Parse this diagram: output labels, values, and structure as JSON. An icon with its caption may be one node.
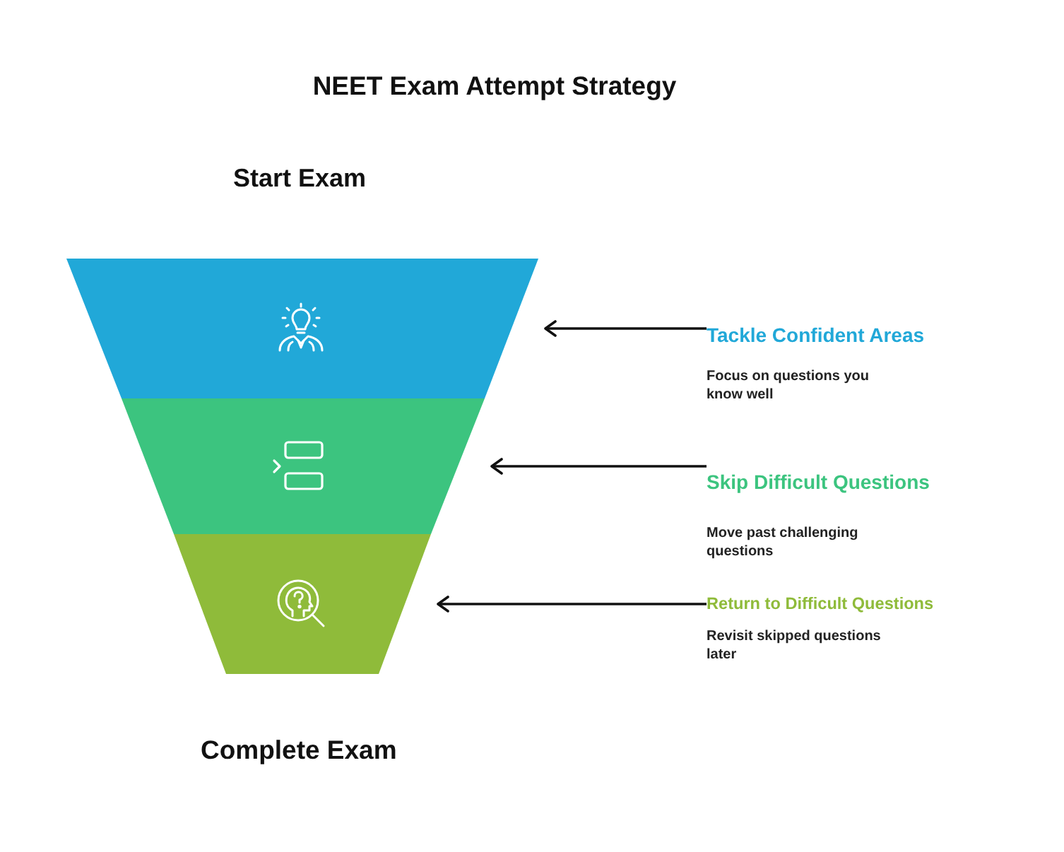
{
  "diagram": {
    "title": "NEET Exam Attempt Strategy",
    "nodes": [
      {
        "text": [],
        "shape": "trapezoid"
      },
      {
        "text": [
          "Tackle Confident Areas",
          "Focus on questions you know well"
        ]
      },
      {
        "text": [],
        "shape": "trapezoid"
      },
      {
        "text": [
          "Skip Difficult Questions",
          "Move past challenging questions"
        ]
      },
      {
        "text": [],
        "shape": "trapezoid"
      },
      {
        "text": [
          "Return to Difficult Questions",
          "Revisit skipped questions later"
        ]
      }
    ],
    "edges": [
      {
        "from": 1,
        "to": 0,
        "arrow": "to"
      },
      {
        "from": 3,
        "to": 2,
        "arrow": "to"
      },
      {
        "from": 5,
        "to": 4,
        "arrow": "to"
      }
    ],
    "labels": [
      "Start Exam",
      "Complete Exam"
    ]
  }
}
